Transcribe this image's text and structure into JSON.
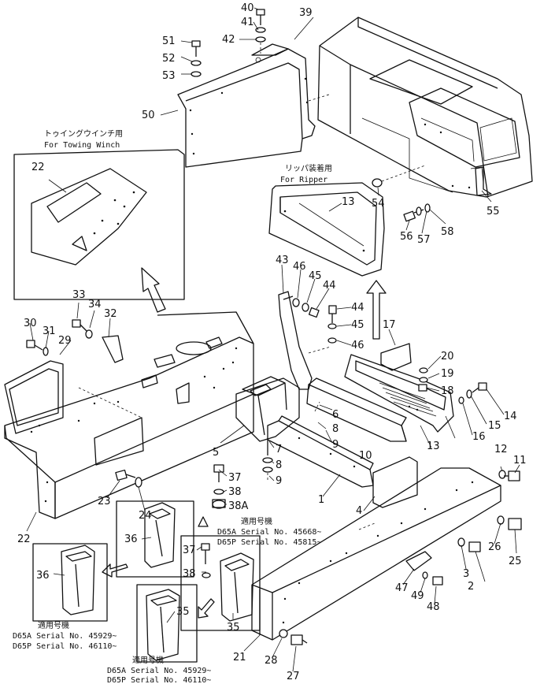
{
  "callouts": [
    {
      "id": "c1",
      "text": "1"
    },
    {
      "id": "c2",
      "text": "2"
    },
    {
      "id": "c3",
      "text": "3"
    },
    {
      "id": "c4",
      "text": "4"
    },
    {
      "id": "c5",
      "text": "5"
    },
    {
      "id": "c6",
      "text": "6"
    },
    {
      "id": "c7",
      "text": "7"
    },
    {
      "id": "c8a",
      "text": "8"
    },
    {
      "id": "c8b",
      "text": "8"
    },
    {
      "id": "c9a",
      "text": "9"
    },
    {
      "id": "c9b",
      "text": "9"
    },
    {
      "id": "c10",
      "text": "10"
    },
    {
      "id": "c11",
      "text": "11"
    },
    {
      "id": "c12",
      "text": "12"
    },
    {
      "id": "c13a",
      "text": "13"
    },
    {
      "id": "c13b",
      "text": "13"
    },
    {
      "id": "c14",
      "text": "14"
    },
    {
      "id": "c15",
      "text": "15"
    },
    {
      "id": "c16",
      "text": "16"
    },
    {
      "id": "c17",
      "text": "17"
    },
    {
      "id": "c18",
      "text": "18"
    },
    {
      "id": "c19",
      "text": "19"
    },
    {
      "id": "c20",
      "text": "20"
    },
    {
      "id": "c21",
      "text": "21"
    },
    {
      "id": "c22a",
      "text": "22"
    },
    {
      "id": "c22b",
      "text": "22"
    },
    {
      "id": "c23",
      "text": "23"
    },
    {
      "id": "c24",
      "text": "24"
    },
    {
      "id": "c25",
      "text": "25"
    },
    {
      "id": "c26",
      "text": "26"
    },
    {
      "id": "c27",
      "text": "27"
    },
    {
      "id": "c28",
      "text": "28"
    },
    {
      "id": "c29",
      "text": "29"
    },
    {
      "id": "c30",
      "text": "30"
    },
    {
      "id": "c31",
      "text": "31"
    },
    {
      "id": "c32",
      "text": "32"
    },
    {
      "id": "c33",
      "text": "33"
    },
    {
      "id": "c34",
      "text": "34"
    },
    {
      "id": "c35a",
      "text": "35"
    },
    {
      "id": "c35b",
      "text": "35"
    },
    {
      "id": "c36a",
      "text": "36"
    },
    {
      "id": "c36b",
      "text": "36"
    },
    {
      "id": "c37a",
      "text": "37"
    },
    {
      "id": "c37b",
      "text": "37"
    },
    {
      "id": "c38a",
      "text": "38"
    },
    {
      "id": "c38b",
      "text": "38"
    },
    {
      "id": "c38A",
      "text": "38A"
    },
    {
      "id": "c39",
      "text": "39"
    },
    {
      "id": "c40",
      "text": "40"
    },
    {
      "id": "c41",
      "text": "41"
    },
    {
      "id": "c42",
      "text": "42"
    },
    {
      "id": "c43",
      "text": "43"
    },
    {
      "id": "c44a",
      "text": "44"
    },
    {
      "id": "c44b",
      "text": "44"
    },
    {
      "id": "c45a",
      "text": "45"
    },
    {
      "id": "c45b",
      "text": "45"
    },
    {
      "id": "c46a",
      "text": "46"
    },
    {
      "id": "c46b",
      "text": "46"
    },
    {
      "id": "c47",
      "text": "47"
    },
    {
      "id": "c48",
      "text": "48"
    },
    {
      "id": "c49",
      "text": "49"
    },
    {
      "id": "c50",
      "text": "50"
    },
    {
      "id": "c51",
      "text": "51"
    },
    {
      "id": "c52",
      "text": "52"
    },
    {
      "id": "c53",
      "text": "53"
    },
    {
      "id": "c54",
      "text": "54"
    },
    {
      "id": "c55",
      "text": "55"
    },
    {
      "id": "c56",
      "text": "56"
    },
    {
      "id": "c57",
      "text": "57"
    },
    {
      "id": "c58",
      "text": "58"
    }
  ],
  "notes": {
    "towing_jp": "トゥイングウインチ用",
    "towing_en": "For Towing Winch",
    "ripper_jp": "リッパ装着用",
    "ripper_en": "For Ripper",
    "serial1_jp": "適用号機",
    "serial1_a": "D65A  Serial No. 45668~",
    "serial1_p": "D65P  Serial No. 45815~",
    "serial2_jp": "適用号機",
    "serial2_a": "D65A  Serial No. 45929~",
    "serial2_p": "D65P  Serial No. 46110~",
    "serial3_jp": "適用号機",
    "serial3_a": "D65A  Serial No. 45929~",
    "serial3_p": "D65P  Serial No. 46110~"
  }
}
